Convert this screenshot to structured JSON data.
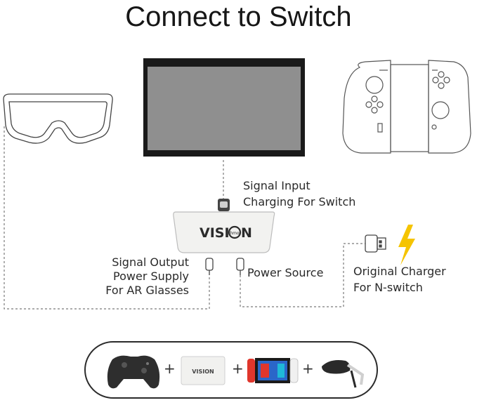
{
  "title": "Connect to Switch",
  "labels": {
    "signal_input_line1": "Signal Input",
    "signal_input_line2": "Charging For Switch",
    "signal_output_line1": "Signal Output",
    "signal_output_line2": "Power Supply",
    "signal_output_line3": "For AR Glasses",
    "power_source": "Power Source",
    "charger_line1": "Original Charger",
    "charger_line2": "For N-switch"
  },
  "adapter_logo": {
    "text_left": "VISI",
    "text_ring": "hmo",
    "text_right": "N"
  },
  "strip": {
    "plus1": "+",
    "plus2": "+",
    "plus3": "+",
    "mini_adapter_text": "VISION"
  },
  "colors": {
    "screen": "#8f8f8f",
    "screen_bezel": "#1a1a1a",
    "lightning": "#f5c400",
    "dashed_line": "#7a7a7a",
    "outline": "#444444"
  },
  "icons": [
    "ar-glasses-icon",
    "switch-screen-icon",
    "joycon-controller-icon",
    "usb-c-plug-icon",
    "usb-a-plug-icon",
    "lightning-bolt-icon",
    "pro-controller-icon",
    "switch-console-icon",
    "vr-glasses-icon"
  ]
}
